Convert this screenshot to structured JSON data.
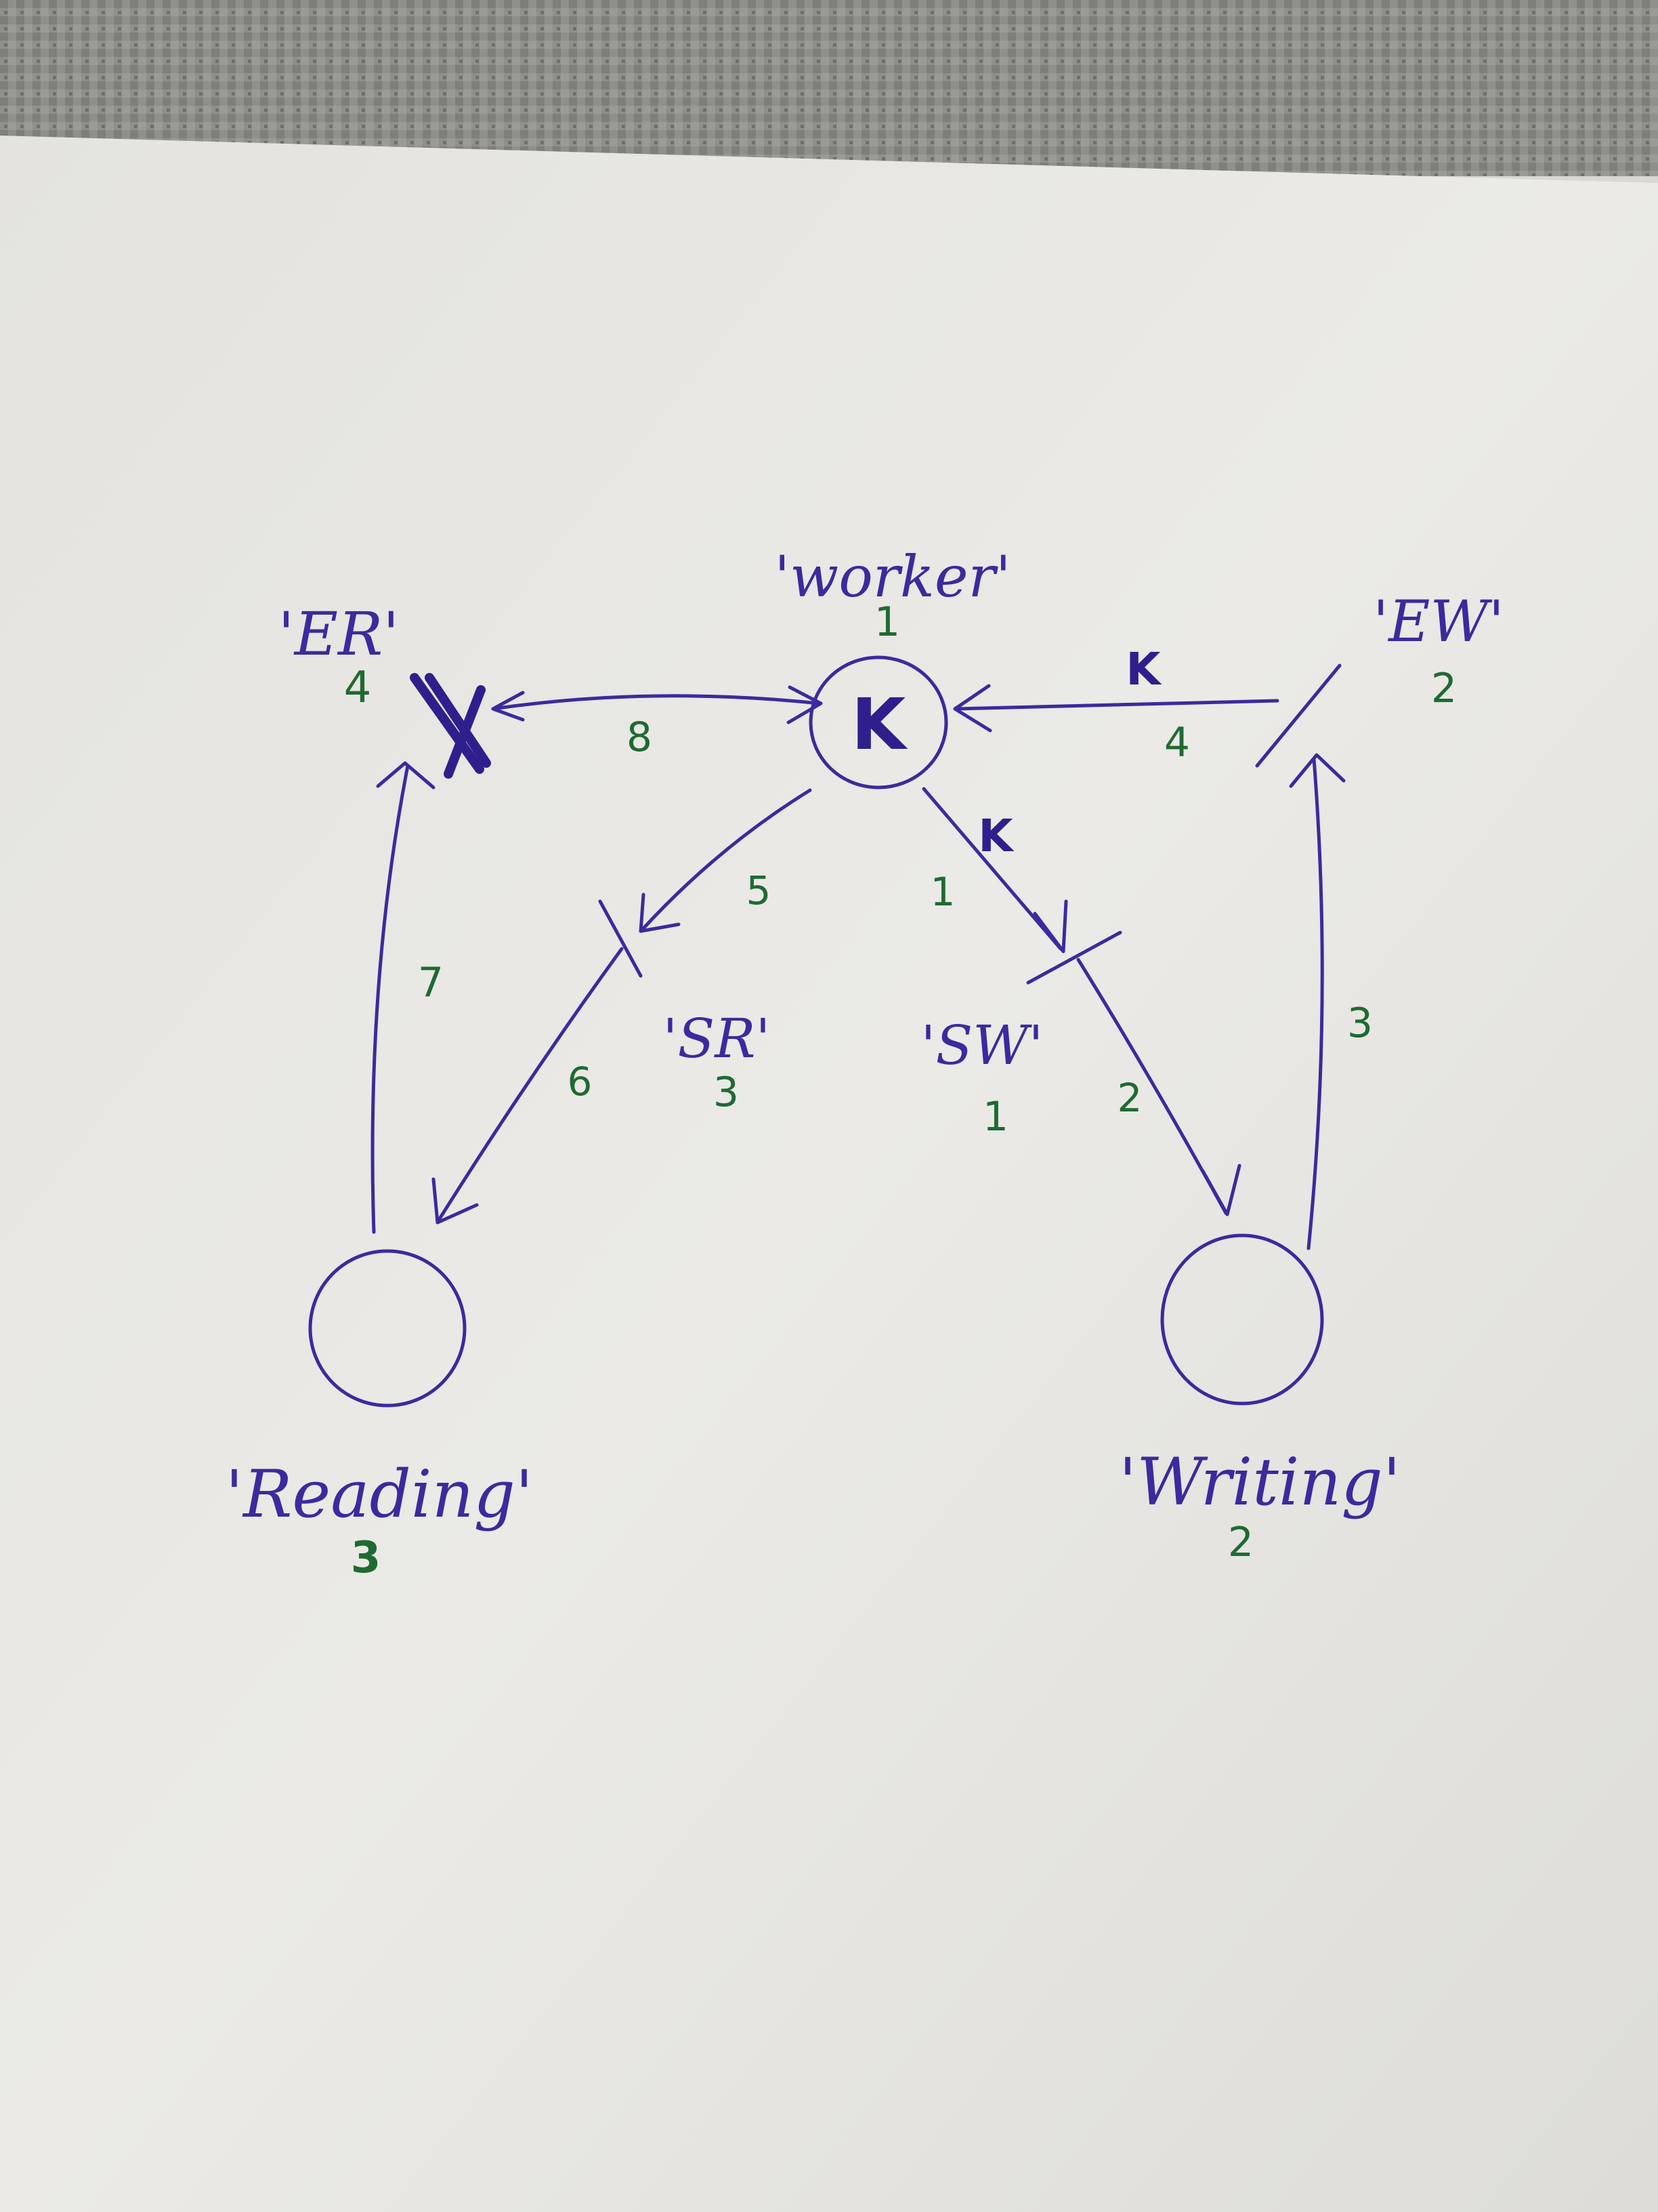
{
  "places": {
    "worker": {
      "name": "'worker'",
      "marking": "1",
      "token": "K"
    },
    "reading": {
      "name": "'Reading'",
      "marking": "3"
    },
    "writing": {
      "name": "'Writing'",
      "marking": "2"
    }
  },
  "transitions": {
    "er": {
      "name": "'ER'",
      "marking": "4"
    },
    "ew": {
      "name": "'EW'",
      "marking": "2"
    },
    "sr": {
      "name": "'SR'",
      "marking": "3"
    },
    "sw": {
      "name": "'SW'",
      "marking": "1"
    }
  },
  "arcs": {
    "er_worker": {
      "number": "8"
    },
    "ew_worker": {
      "number": "4",
      "label": "K"
    },
    "worker_sr": {
      "number": "5"
    },
    "worker_sw": {
      "number": "1",
      "label": "K"
    },
    "sr_reading": {
      "number": "6"
    },
    "reading_er": {
      "number": "7"
    },
    "sw_writing": {
      "number": "2"
    },
    "writing_ew": {
      "number": "3"
    }
  },
  "colors": {
    "ink": "#3c2a9e",
    "marker_green": "#1f6a32",
    "paper": "#e9e8e4",
    "table": "#8a8a86"
  }
}
